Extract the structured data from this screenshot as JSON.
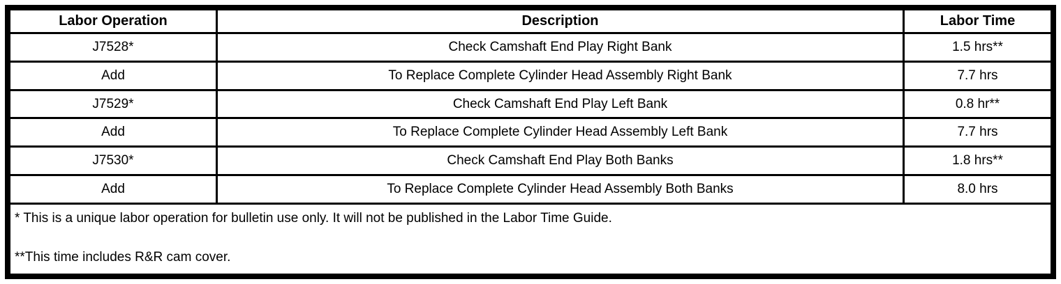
{
  "table": {
    "columns": [
      {
        "label": "Labor Operation"
      },
      {
        "label": "Description"
      },
      {
        "label": "Labor Time"
      }
    ],
    "rows": [
      {
        "labor_operation": "J7528*",
        "description": "Check Camshaft End Play Right Bank",
        "labor_time": "1.5 hrs**"
      },
      {
        "labor_operation": "Add",
        "description": "To Replace Complete Cylinder Head Assembly Right Bank",
        "labor_time": "7.7 hrs"
      },
      {
        "labor_operation": "J7529*",
        "description": "Check Camshaft End Play Left Bank",
        "labor_time": "0.8 hr**"
      },
      {
        "labor_operation": "Add",
        "description": "To Replace Complete Cylinder Head Assembly Left Bank",
        "labor_time": "7.7 hrs"
      },
      {
        "labor_operation": "J7530*",
        "description": "Check Camshaft End Play Both Banks",
        "labor_time": "1.8 hrs**"
      },
      {
        "labor_operation": "Add",
        "description": "To Replace Complete Cylinder Head Assembly Both Banks",
        "labor_time": "8.0 hrs"
      }
    ],
    "footnotes": [
      "* This is a unique labor operation for bulletin use only. It will not be published in the Labor Time Guide.",
      "**This time includes R&R cam cover."
    ]
  },
  "colors": {
    "border": "#000000",
    "background": "#ffffff",
    "text": "#000000"
  }
}
